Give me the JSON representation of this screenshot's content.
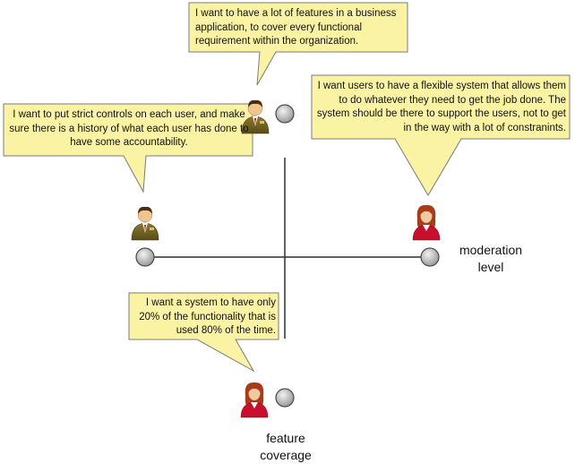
{
  "colors": {
    "bubble_fill": "#fbf3a4",
    "bubble_stroke": "#7b7b7b",
    "axis_line": "#2f2f2f",
    "node_fill": "#b9b9b9",
    "node_stroke": "#4a4a4a",
    "man_suit": "#6a5a1e",
    "woman_hair": "#a83b1c",
    "woman_top": "#c8102e"
  },
  "quotes": {
    "top_features": "I want to have a lot of features in a business application, to cover every functional requirement within the organization.",
    "left_controls": "I want to put strict controls on each user, and make sure there is a history of what each user has done to have some accountability.",
    "right_flexible": "I want users to have a flexible system that allows them to do whatever they need to get the job done. The system should be there to support the users, not to get  in the way with a lot of constranints.",
    "bottom_minimal": "I want a system to have only 20% of the functionality that is used 80% of the time."
  },
  "axes": {
    "horizontal_label_line1": "moderation",
    "horizontal_label_line2": "level",
    "vertical_label_line1": "feature",
    "vertical_label_line2": "coverage"
  },
  "icons": {
    "top_person": "businessman-icon",
    "left_person": "businessman-icon",
    "right_person": "businesswoman-icon",
    "bottom_person": "businesswoman-icon"
  }
}
